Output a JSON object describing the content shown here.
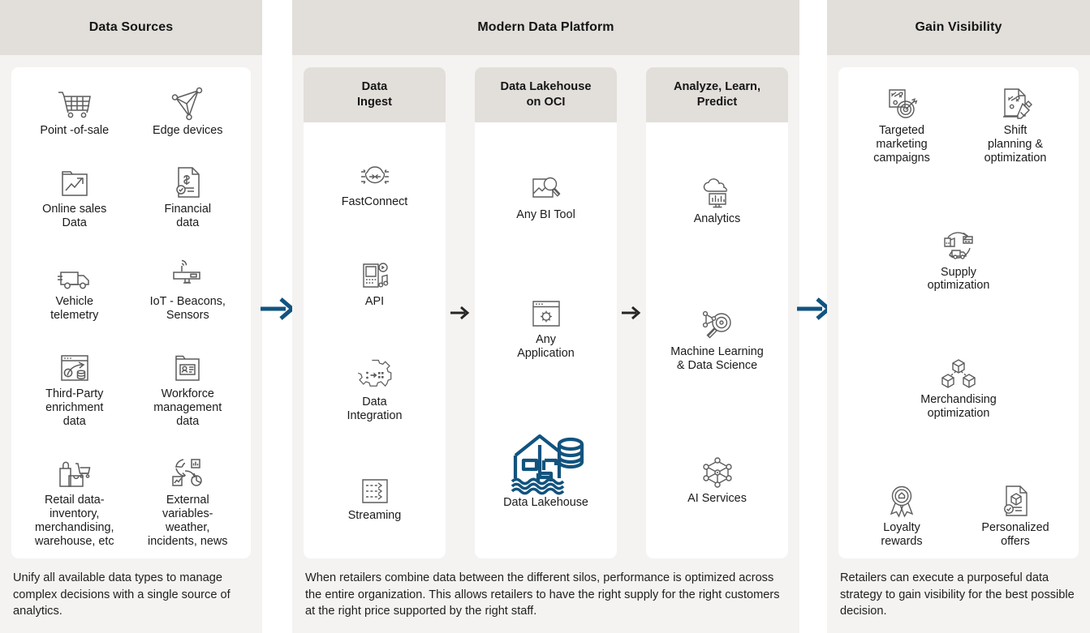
{
  "columns": [
    {
      "id": "data-sources",
      "title": "Data Sources",
      "items": [
        {
          "icon": "shopping-cart-icon",
          "label": "Point -of-sale"
        },
        {
          "icon": "edge-devices-network-icon",
          "label": "Edge devices"
        },
        {
          "icon": "online-sales-chart-icon",
          "label": "Online sales\nData"
        },
        {
          "icon": "financial-document-icon",
          "label": "Financial\ndata"
        },
        {
          "icon": "delivery-van-icon",
          "label": "Vehicle\ntelemetry"
        },
        {
          "icon": "iot-beacon-sensor-icon",
          "label": "IoT - Beacons,\nSensors"
        },
        {
          "icon": "third-party-data-icon",
          "label": "Third-Party\nenrichment\ndata"
        },
        {
          "icon": "workforce-badge-icon",
          "label": "Workforce\nmanagement\ndata"
        },
        {
          "icon": "retail-inventory-bag-icon",
          "label": "Retail data-\ninventory,\nmerchandising,\nwarehouse, etc"
        },
        {
          "icon": "external-variables-icon",
          "label": "External\nvariables-\nweather,\nincidents, news"
        }
      ],
      "footer": "Unify all available data types to manage complex decisions with a single source of analytics."
    },
    {
      "id": "modern-data-platform",
      "title": "Modern Data Platform",
      "panels": [
        {
          "id": "data-ingest",
          "title": "Data\nIngest",
          "items": [
            {
              "icon": "fastconnect-icon",
              "label": "FastConnect"
            },
            {
              "icon": "api-device-icon",
              "label": "API"
            },
            {
              "icon": "data-integration-icon",
              "label": "Data\nIntegration"
            },
            {
              "icon": "streaming-icon",
              "label": "Streaming"
            }
          ]
        },
        {
          "id": "data-lakehouse-on-oci",
          "title": "Data Lakehouse\non OCI",
          "items": [
            {
              "icon": "bi-tool-magnifier-icon",
              "label": "Any BI Tool"
            },
            {
              "icon": "application-window-gear-icon",
              "label": "Any\nApplication"
            },
            {
              "icon": "data-lakehouse-icon",
              "label": "Data Lakehouse",
              "accent": true
            }
          ]
        },
        {
          "id": "analyze-learn-predict",
          "title": "Analyze, Learn,\nPredict",
          "items": [
            {
              "icon": "analytics-cloud-icon",
              "label": "Analytics"
            },
            {
              "icon": "machine-learning-icon",
              "label": "Machine Learning\n& Data Science"
            },
            {
              "icon": "ai-services-nodes-icon",
              "label": "AI Services"
            }
          ]
        }
      ],
      "footer": "When retailers combine data between the different silos, performance is optimized across the entire organization. This allows retailers to have the right supply for the right customers at the right price supported by the right staff."
    },
    {
      "id": "gain-visibility",
      "title": "Gain Visibility",
      "items": [
        {
          "icon": "targeted-marketing-icon",
          "label": "Targeted\nmarketing\ncampaigns"
        },
        {
          "icon": "shift-planning-icon",
          "label": "Shift\nplanning &\noptimization"
        },
        {
          "icon": "supply-optimization-icon",
          "label": "Supply\noptimization",
          "full": true
        },
        {
          "icon": "merchandising-nodes-icon",
          "label": "Merchandising\noptimization",
          "full": true
        },
        {
          "icon": "loyalty-rewards-icon",
          "label": "Loyalty\nrewards"
        },
        {
          "icon": "personalized-offers-icon",
          "label": "Personalized\noffers"
        }
      ],
      "footer": "Retailers can execute a purposeful data strategy to gain visibility for the best possible decision."
    }
  ],
  "arrows": {
    "between_sources_and_platform": "arrow-right-large",
    "between_ingest_and_lakehouse": "arrow-right-small",
    "between_lakehouse_and_analyze": "arrow-right-small",
    "between_platform_and_visibility": "arrow-right-large"
  },
  "colors": {
    "column_background": "#f4f3f1",
    "header_background": "#e2dfdb",
    "card_background": "#ffffff",
    "icon_stroke": "#5c5c5c",
    "accent_blue": "#12537e",
    "arrow_blue": "#125380",
    "arrow_dark": "#262626",
    "text": "#1b1b1b"
  }
}
